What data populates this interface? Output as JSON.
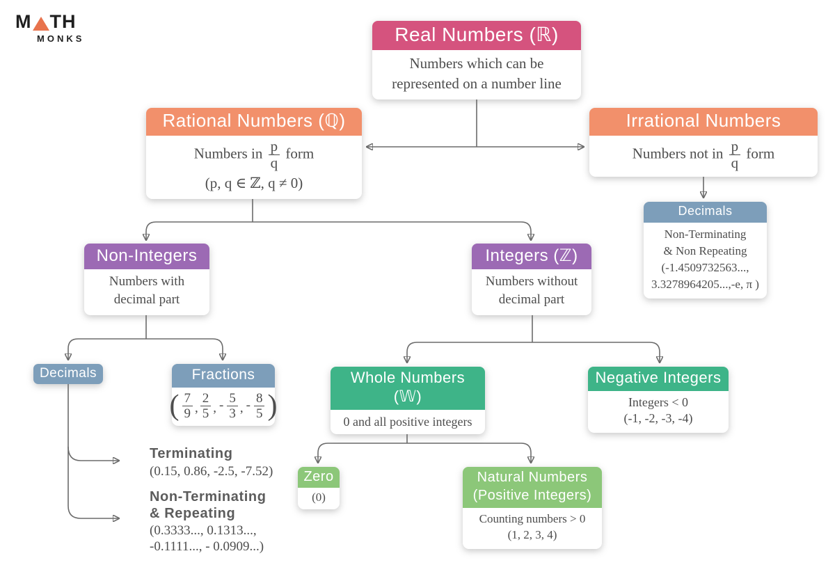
{
  "colors": {
    "pink": "#d5537e",
    "orange": "#f2906b",
    "purple": "#9c6ab4",
    "blue": "#7d9eba",
    "green": "#3eb488",
    "light_green": "#8cc779",
    "line": "#6b6b6b",
    "logo_orange": "#e8734d"
  },
  "logo": {
    "part1": "M",
    "part2": "TH",
    "line2": "MONKS"
  },
  "nodes": {
    "real": {
      "title": "Real Numbers (ℝ)",
      "body_line1": "Numbers which can be",
      "body_line2": "represented on a number line"
    },
    "rational": {
      "title": "Rational Numbers (ℚ)",
      "body_prefix": "Numbers in",
      "frac_num": "p",
      "frac_den": "q",
      "body_suffix": "form",
      "body_line2": "(p, q ∈ ℤ, q ≠ 0)"
    },
    "irrational": {
      "title": "Irrational Numbers",
      "body_prefix": "Numbers not in",
      "frac_num": "p",
      "frac_den": "q",
      "body_suffix": "form"
    },
    "irrational_decimals": {
      "title": "Decimals",
      "line1": "Non-Terminating",
      "line2": "& Non Repeating",
      "line3": "(-1.4509732563...,",
      "line4": "3.3278964205...,-e, π )"
    },
    "non_integers": {
      "title": "Non-Integers",
      "body_line1": "Numbers with",
      "body_line2": "decimal part"
    },
    "integers": {
      "title": "Integers (ℤ)",
      "body_line1": "Numbers without",
      "body_line2": "decimal part"
    },
    "decimals": {
      "title": "Decimals"
    },
    "fractions": {
      "title": "Fractions",
      "open": "(",
      "close": ")",
      "items": [
        {
          "sign": "",
          "num": "7",
          "den": "9",
          "sep": ","
        },
        {
          "sign": "",
          "num": "2",
          "den": "5",
          "sep": ","
        },
        {
          "sign": "-",
          "num": "5",
          "den": "3",
          "sep": ","
        },
        {
          "sign": "-",
          "num": "8",
          "den": "5",
          "sep": ""
        }
      ]
    },
    "terminating": {
      "heading": "Terminating",
      "values": "(0.15, 0.86, -2.5, -7.52)"
    },
    "non_terminating": {
      "heading_line1": "Non-Terminating",
      "heading_line2": "& Repeating",
      "values_line1": "(0.3333..., 0.1313...,",
      "values_line2": "-0.1111..., - 0.0909...)"
    },
    "whole": {
      "title": "Whole Numbers (𝕎)",
      "body": "0 and all positive integers"
    },
    "negative": {
      "title": "Negative Integers",
      "body_line1": "Integers < 0",
      "body_line2": "(-1, -2, -3, -4)"
    },
    "zero": {
      "title": "Zero",
      "body": "(0)"
    },
    "natural": {
      "title_line1": "Natural Numbers",
      "title_line2": "(Positive Integers)",
      "body_line1": "Counting numbers > 0",
      "body_line2": "(1, 2, 3, 4)"
    }
  }
}
